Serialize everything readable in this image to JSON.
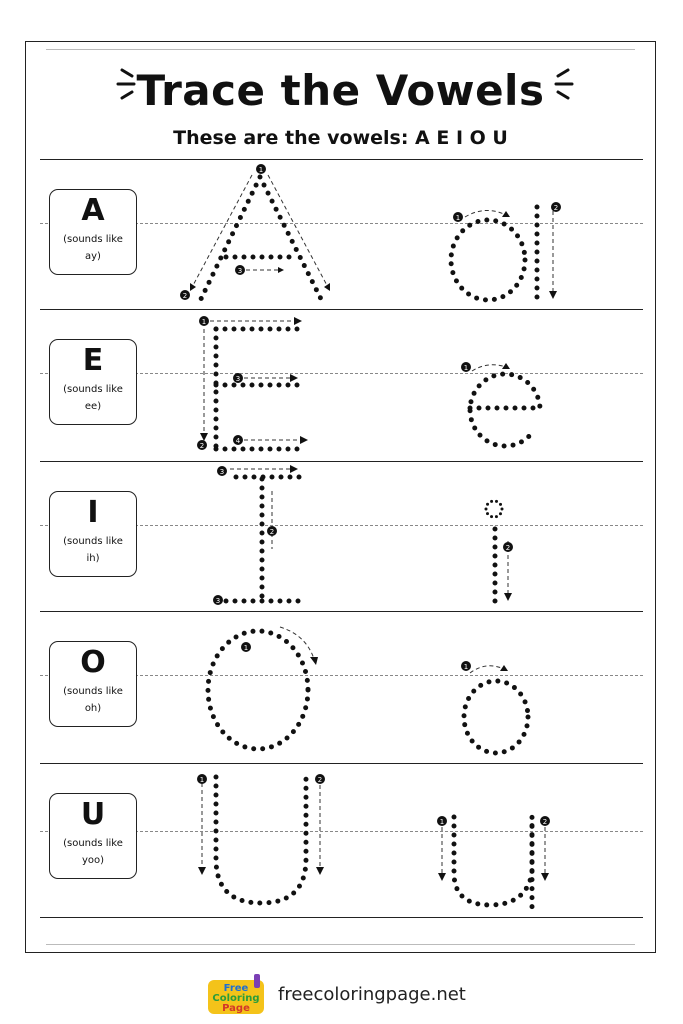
{
  "worksheet": {
    "title": "Trace the Vowels",
    "subtitle": "These are the vowels: A E I O U"
  },
  "rows": [
    {
      "letter": "A",
      "sound_line1": "(sounds like",
      "sound_line2": "ay)"
    },
    {
      "letter": "E",
      "sound_line1": "(sounds like",
      "sound_line2": "ee)"
    },
    {
      "letter": "I",
      "sound_line1": "(sounds like",
      "sound_line2": "ih)"
    },
    {
      "letter": "O",
      "sound_line1": "(sounds like",
      "sound_line2": "oh)"
    },
    {
      "letter": "U",
      "sound_line1": "(sounds like",
      "sound_line2": "yoo)"
    }
  ],
  "steps": {
    "one": "1",
    "two": "2",
    "three": "3",
    "four": "4"
  },
  "footer": {
    "logo_line1": "Free",
    "logo_line2": "Coloring",
    "logo_line3": "Page",
    "website": "freecoloringpage.net"
  }
}
